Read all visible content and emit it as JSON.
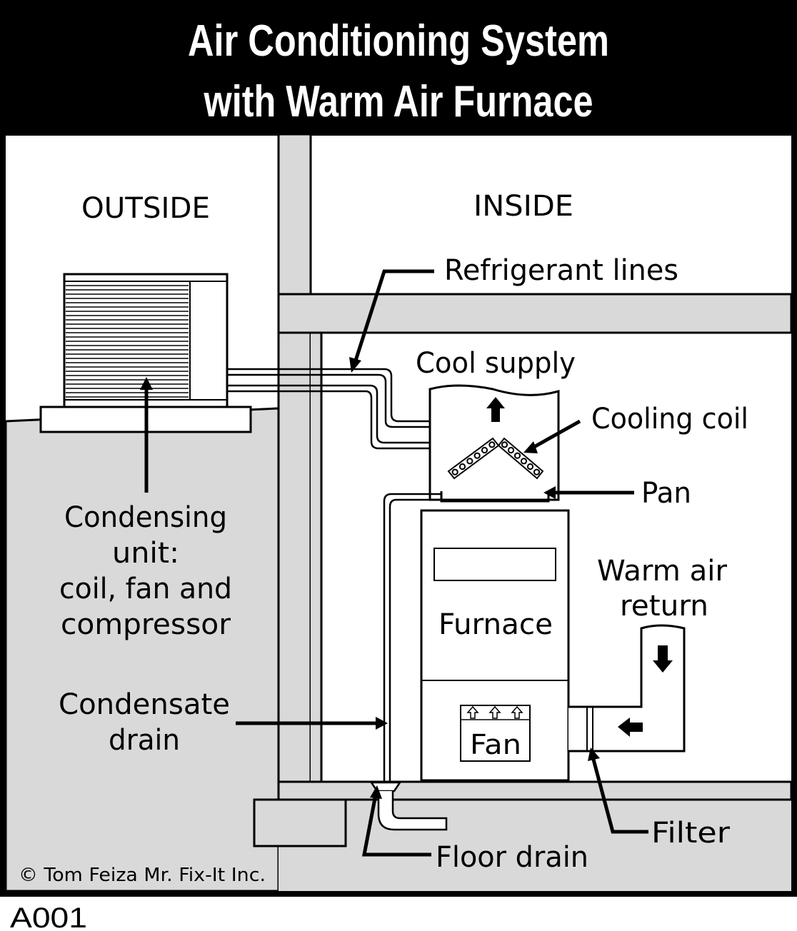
{
  "title": {
    "line1": "Air Conditioning System",
    "line2": "with Warm Air Furnace"
  },
  "regions": {
    "outside": "OUTSIDE",
    "inside": "INSIDE"
  },
  "labels": {
    "refrigerant_lines": "Refrigerant lines",
    "cool_supply": "Cool supply",
    "cooling_coil": "Cooling coil",
    "pan": "Pan",
    "condensing_unit": [
      "Condensing",
      "unit:",
      "coil, fan and",
      "compressor"
    ],
    "warm_air_return": [
      "Warm air",
      "return"
    ],
    "furnace": "Furnace",
    "fan": "Fan",
    "condensate_drain": [
      "Condensate",
      "drain"
    ],
    "filter": "Filter",
    "floor_drain": "Floor drain"
  },
  "copyright": "© Tom Feiza Mr. Fix-It Inc.",
  "code": "A001",
  "colors": {
    "ink": "#000000",
    "paper": "#ffffff",
    "ground": "#d9d9d9",
    "title_bg": "#000000"
  }
}
